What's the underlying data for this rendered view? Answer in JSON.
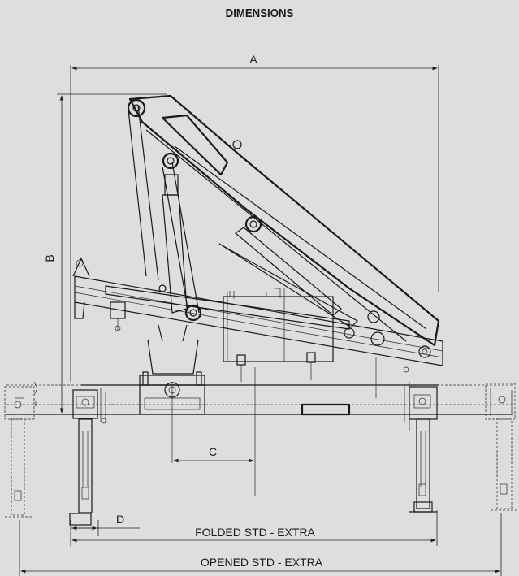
{
  "page": {
    "title": "DIMENSIONS",
    "background": "#dddedf",
    "line_color": "#1a1a1a"
  },
  "dimensions": {
    "a": "A",
    "b": "B",
    "c": "C",
    "d": "D",
    "folded": "FOLDED  STD - EXTRA",
    "opened": "OPENED  STD - EXTRA"
  }
}
